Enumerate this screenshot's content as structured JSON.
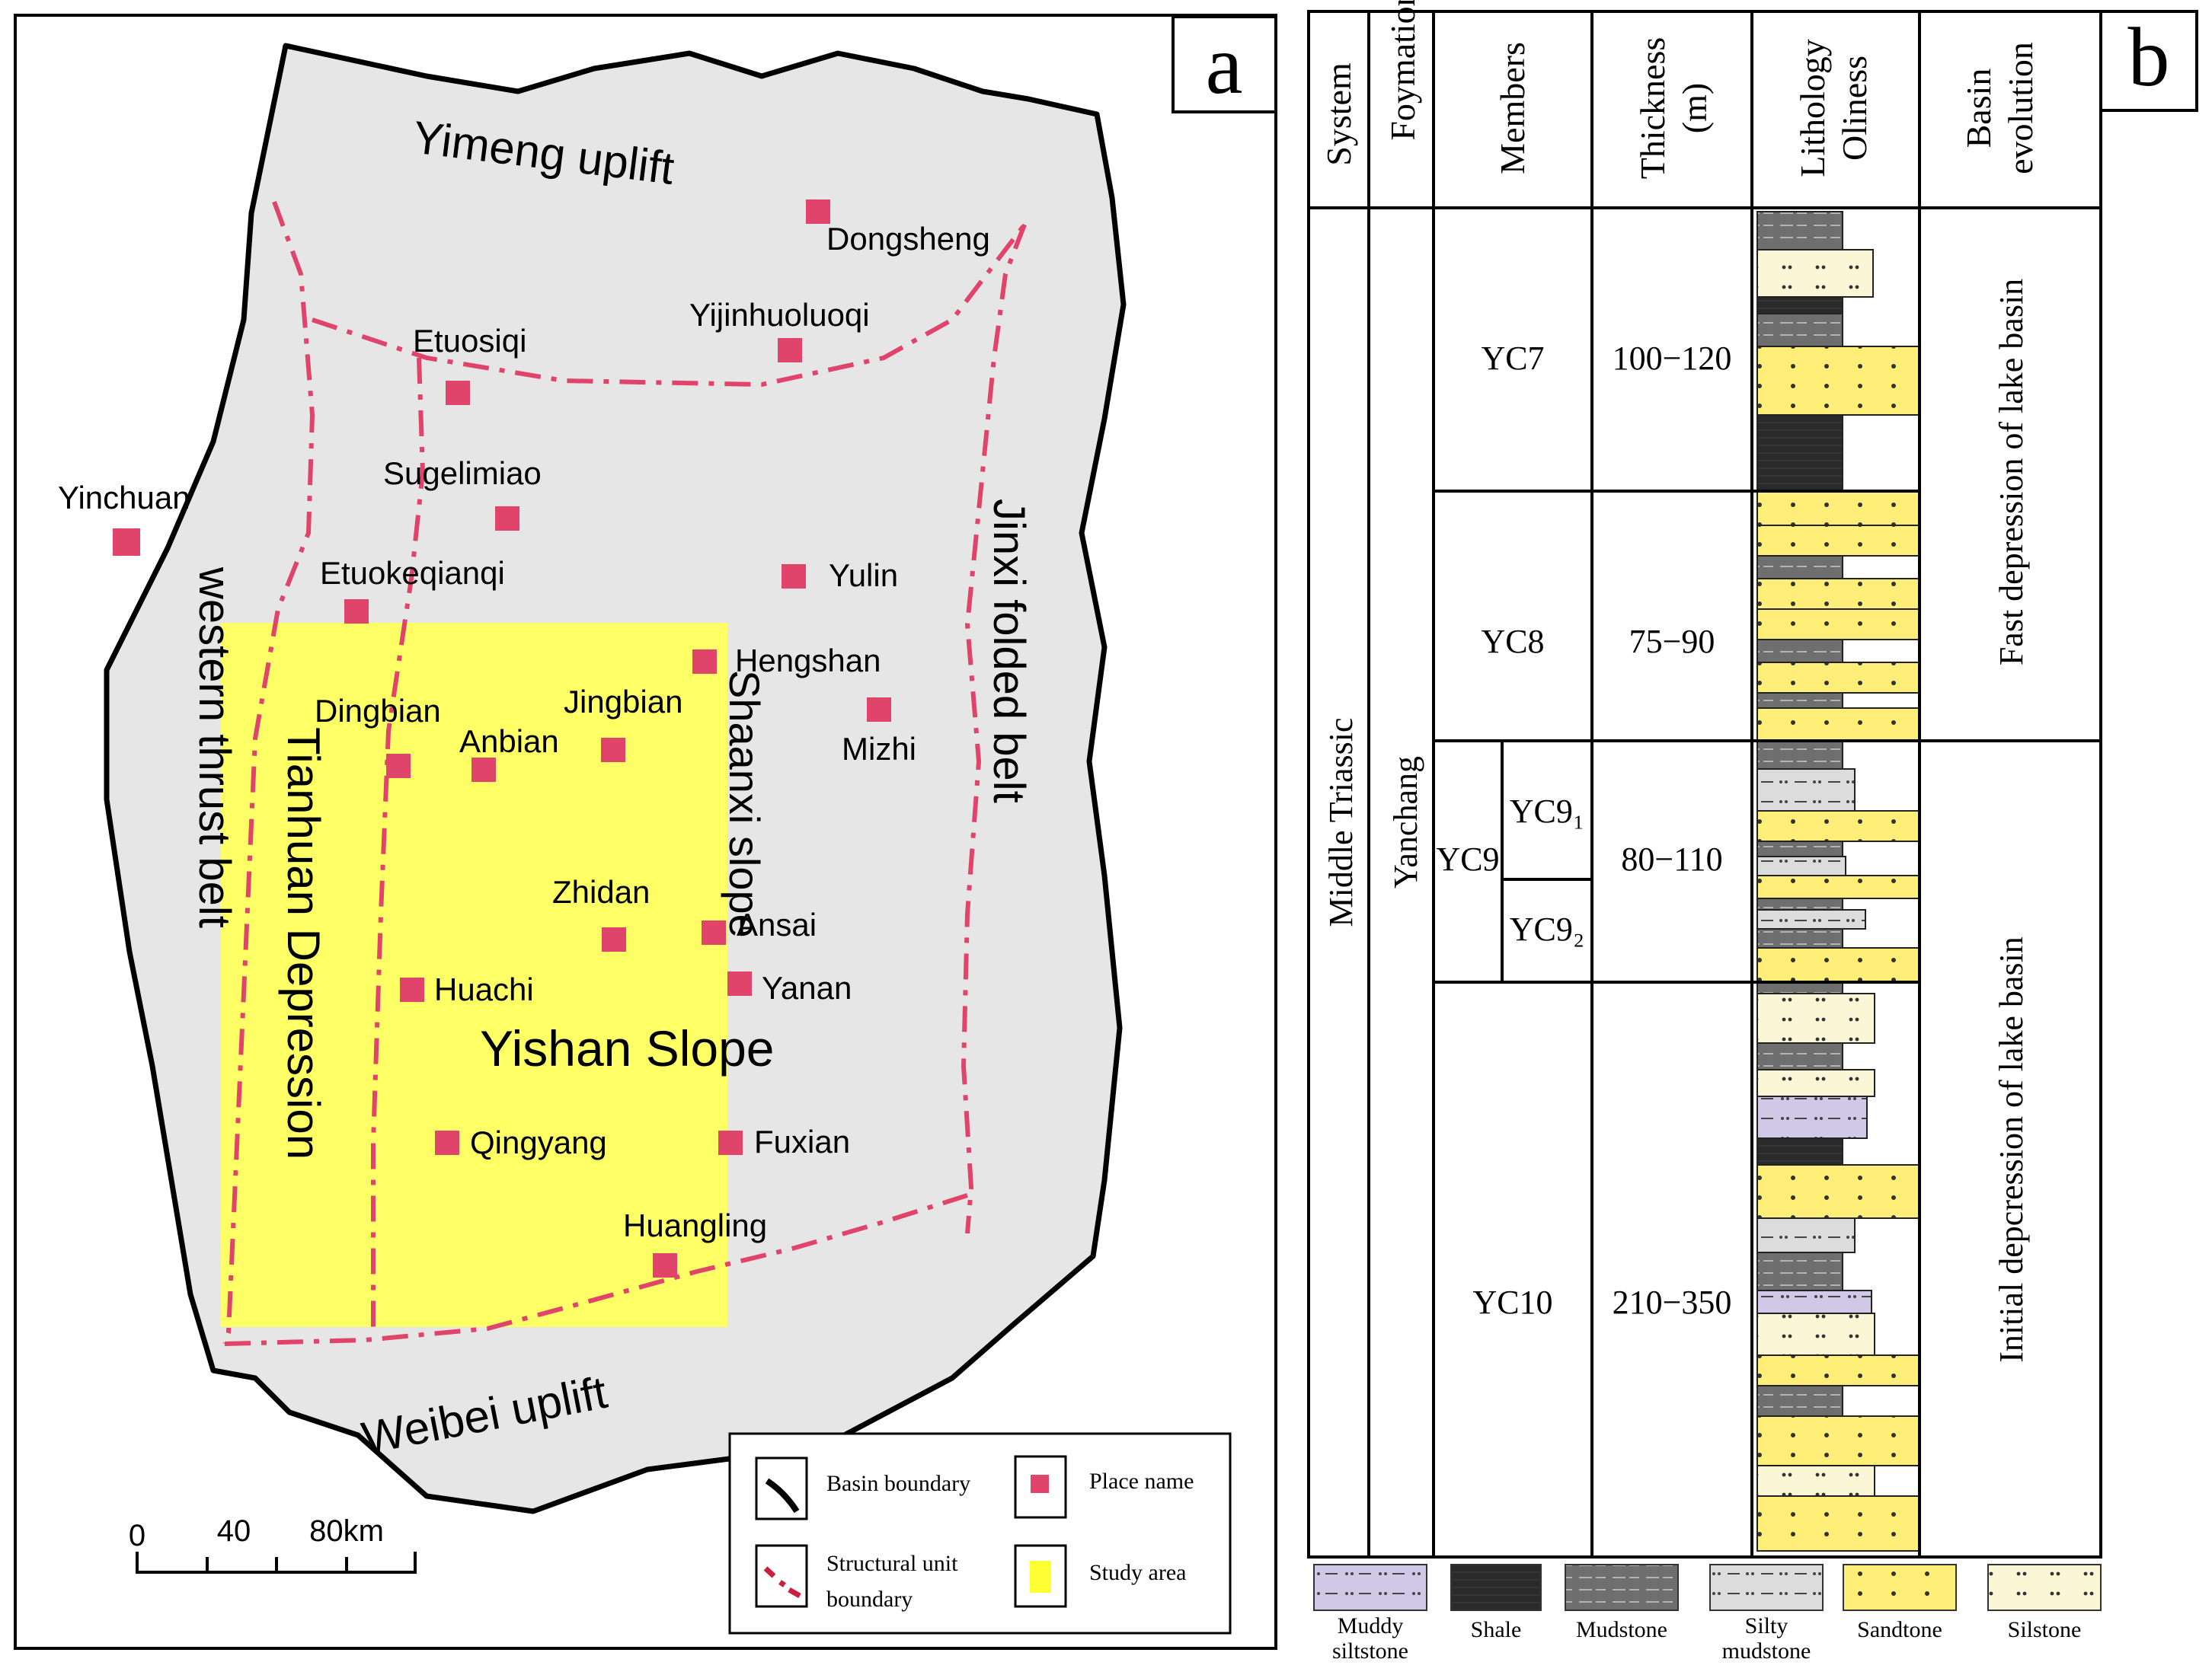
{
  "panel_a": {
    "label": "a",
    "regions": {
      "north": "Yimeng uplift",
      "south": "Weibei uplift",
      "west": "western thrust belt",
      "east": "Jinxi folded belt",
      "depression": "Tianhuan Depression",
      "yishan": "Yishan Slope",
      "shaanxi": "Shaanxi slope"
    },
    "places": [
      "Dongsheng",
      "Yijinhuoluoqi",
      "Etuosiqi",
      "Sugelimiao",
      "Yinchuan",
      "Etuokeqianqi",
      "Yulin",
      "Hengshan",
      "Mizhi",
      "Dingbian",
      "Anbian",
      "Jingbian",
      "Zhidan",
      "Ansai",
      "Huachi",
      "Yanan",
      "Qingyang",
      "Fuxian",
      "Huangling"
    ],
    "scale": {
      "ticks": [
        "0",
        "40",
        "80km"
      ]
    },
    "legend": {
      "basin_boundary": "Basin boundary",
      "place_name": "Place name",
      "structural_1": "Structural unit",
      "structural_2": "boundary",
      "study_area": "Study area"
    },
    "colors": {
      "basin": "#e6e6e6",
      "study_area": "#ffff66",
      "marker": "#e0446a",
      "boundary": "#e0446a"
    }
  },
  "panel_b": {
    "label": "b",
    "headers": {
      "system": "System",
      "formation": "Foymation",
      "members": "Members",
      "thickness_1": "Thickness",
      "thickness_2": "(m)",
      "lithology_1": "Lithology",
      "lithology_2": "Oliness",
      "basin_1": "Basin",
      "basin_2": "evolution"
    },
    "system": "Middle Triassic",
    "formation": "Yanchang",
    "members": [
      {
        "name": "YC7",
        "thickness": "100−120"
      },
      {
        "name": "YC8",
        "thickness": "75−90"
      },
      {
        "name": "YC9",
        "thickness": "80−110",
        "sub": [
          "YC9₁",
          "YC9₂"
        ]
      },
      {
        "name": "YC10",
        "thickness": "210−350"
      }
    ],
    "evolution": [
      "Fast depression of lake basin",
      "Initial depcression of lake basin"
    ],
    "rock_legend": [
      {
        "key": "muddy",
        "label": [
          "Muddy",
          "siltstone"
        ],
        "color": "#cfc8e6"
      },
      {
        "key": "shale",
        "label": [
          "Shale"
        ],
        "color": "#2a2a2a"
      },
      {
        "key": "mud",
        "label": [
          "Mudstone"
        ],
        "color": "#6e6e6e"
      },
      {
        "key": "silty",
        "label": [
          "Silty",
          "mudstone"
        ],
        "color": "#dcdcdc"
      },
      {
        "key": "sand",
        "label": [
          "Sandtone"
        ],
        "color": "#ffee77"
      },
      {
        "key": "silt",
        "label": [
          "Silstone"
        ],
        "color": "#fbf6d6"
      }
    ]
  }
}
